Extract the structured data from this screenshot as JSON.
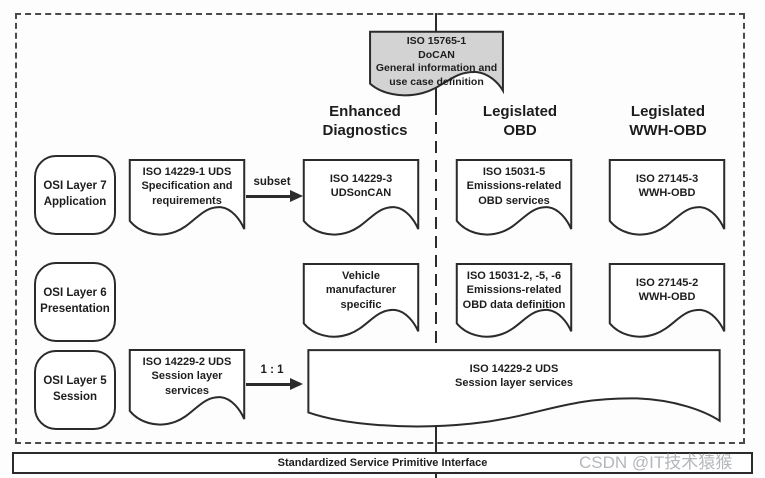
{
  "diagram": {
    "top_doc": {
      "lines": [
        "ISO 15765-1",
        "DoCAN",
        "General information and use case definition"
      ]
    },
    "columns": [
      {
        "line1": "Enhanced",
        "line2": "Diagnostics"
      },
      {
        "line1": "Legislated",
        "line2": "OBD"
      },
      {
        "line1": "Legislated",
        "line2": "WWH-OBD"
      }
    ],
    "osi_layers": [
      {
        "line1": "OSI Layer 7",
        "line2": "Application"
      },
      {
        "line1": "OSI Layer 6",
        "line2": "Presentation"
      },
      {
        "line1": "OSI Layer 5",
        "line2": "Session"
      }
    ],
    "docs": {
      "uds_spec": {
        "l1": "ISO 14229-1 UDS",
        "l2": "Specification and",
        "l3": "requirements"
      },
      "udsoncan": {
        "l1": "ISO 14229-3",
        "l2": "UDSonCAN"
      },
      "obd_services": {
        "l1": "ISO 15031-5",
        "l2": "Emissions-related",
        "l3": "OBD services"
      },
      "wwh_obd_3": {
        "l1": "ISO 27145-3",
        "l2": "WWH-OBD"
      },
      "vehicle": {
        "l1": "Vehicle",
        "l2": "manufacturer",
        "l3": "specific"
      },
      "obd_data": {
        "l1": "ISO 15031-2, -5, -6",
        "l2": "Emissions-related",
        "l3": "OBD data definition"
      },
      "wwh_obd_2": {
        "l1": "ISO 27145-2",
        "l2": "WWH-OBD"
      },
      "session_small": {
        "l1": "ISO 14229-2 UDS",
        "l2": "Session layer",
        "l3": "services"
      },
      "session_wide": {
        "l1": "ISO 14229-2 UDS",
        "l2": "Session layer services"
      }
    },
    "arrows": {
      "subset_label": "subset",
      "one_to_one_label": "1 : 1"
    },
    "bottom_bar_label": "Standardized Service Primitive Interface",
    "watermark_text": "CSDN @IT技术猿猴",
    "colors": {
      "line": "#2b2b2b",
      "top_doc_fill": "#d3d3d3",
      "doc_fill": "#ffffff",
      "watermark": "#b3b7bb"
    }
  }
}
